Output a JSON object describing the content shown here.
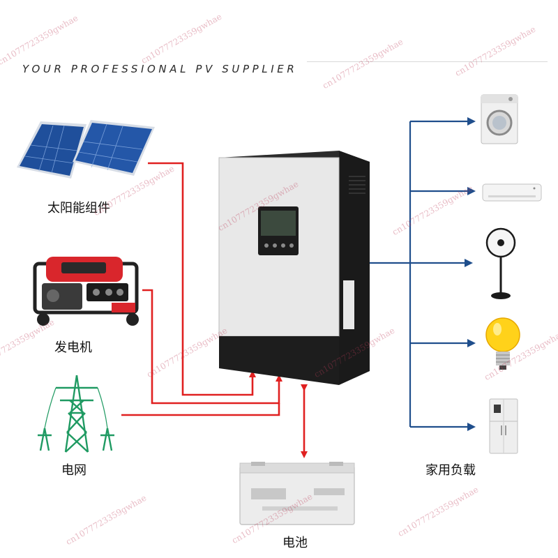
{
  "header": {
    "tagline": "YOUR PROFESSIONAL PV SUPPLIER"
  },
  "sources": {
    "solar_label": "太阳能组件",
    "generator_label": "发电机",
    "grid_label": "电网"
  },
  "storage": {
    "battery_label": "电池"
  },
  "loads": {
    "label": "家用负载",
    "items": [
      "washing-machine-icon",
      "air-conditioner-icon",
      "fan-icon",
      "light-bulb-icon",
      "refrigerator-icon"
    ]
  },
  "watermarks": {
    "text": "cn1077723359gwhae"
  },
  "colors": {
    "input_wire": "#e02020",
    "output_wire": "#1f4e8c",
    "background": "#ffffff"
  }
}
